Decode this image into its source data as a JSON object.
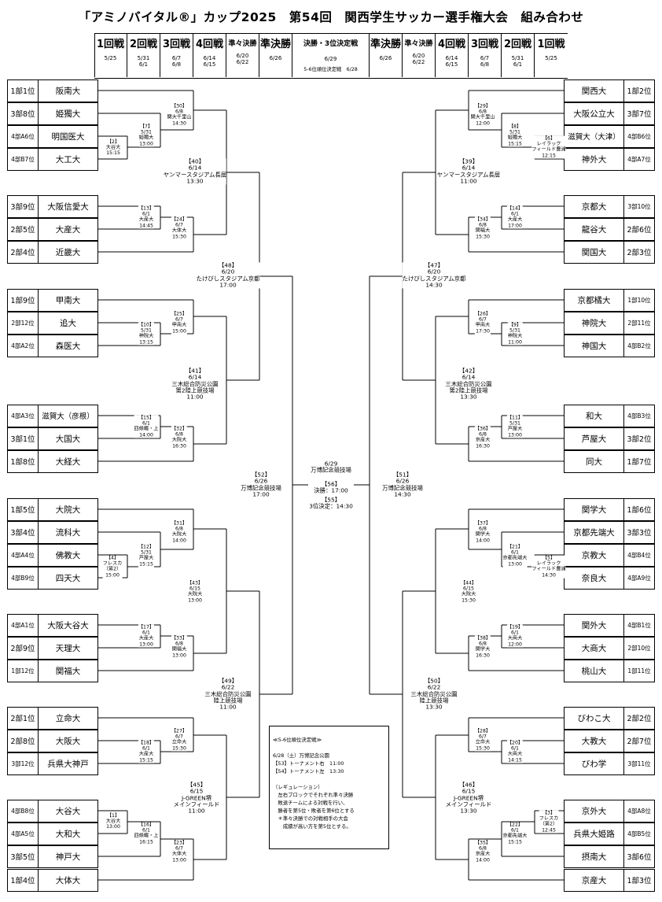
{
  "title": "「アミノバイタル®」カップ2025　第54回　関西学生サッカー選手権大会　組み合わせ",
  "header": {
    "left": [
      {
        "round": "1回戦",
        "date": "5/25"
      },
      {
        "round": "2回戦",
        "date": "5/31\n6/1"
      },
      {
        "round": "3回戦",
        "date": "6/7\n6/8"
      },
      {
        "round": "4回戦",
        "date": "6/14\n6/15"
      },
      {
        "round": "準々決勝",
        "date": "6/20\n6/22"
      },
      {
        "round": "準決勝",
        "date": "6/26"
      }
    ],
    "center": {
      "round": "決勝・3位決定戦",
      "date": "6/29",
      "sub": "5-6位順位決定戦　6/28"
    },
    "right": [
      {
        "round": "準決勝",
        "date": "6/26"
      },
      {
        "round": "準々決勝",
        "date": "6/20\n6/22"
      },
      {
        "round": "4回戦",
        "date": "6/14\n6/15"
      },
      {
        "round": "3回戦",
        "date": "6/7\n6/8"
      },
      {
        "round": "2回戦",
        "date": "5/31\n6/1"
      },
      {
        "round": "1回戦",
        "date": "5/25"
      }
    ]
  },
  "left_teams": [
    {
      "rank": "1部1位",
      "name": "阪南大"
    },
    {
      "rank": "3部8位",
      "name": "姫獨大"
    },
    {
      "rank": "4部A6位",
      "name": "明国医大"
    },
    {
      "rank": "4部B7位",
      "name": "大工大"
    },
    {
      "rank": "3部9位",
      "name": "大阪信愛大"
    },
    {
      "rank": "2部5位",
      "name": "大産大"
    },
    {
      "rank": "2部4位",
      "name": "近畿大"
    },
    {
      "rank": "1部9位",
      "name": "甲南大"
    },
    {
      "rank": "2部12位",
      "name": "追大"
    },
    {
      "rank": "4部A2位",
      "name": "森医大"
    },
    {
      "rank": "4部A3位",
      "name": "滋賀大（彦根）"
    },
    {
      "rank": "3部1位",
      "name": "大国大"
    },
    {
      "rank": "1部8位",
      "name": "大経大"
    },
    {
      "rank": "1部5位",
      "name": "大院大"
    },
    {
      "rank": "3部4位",
      "name": "流科大"
    },
    {
      "rank": "4部A4位",
      "name": "佛教大"
    },
    {
      "rank": "4部B9位",
      "name": "四天大"
    },
    {
      "rank": "4部A1位",
      "name": "大阪大谷大"
    },
    {
      "rank": "2部9位",
      "name": "天理大"
    },
    {
      "rank": "1部12位",
      "name": "関福大"
    },
    {
      "rank": "2部1位",
      "name": "立命大"
    },
    {
      "rank": "2部8位",
      "name": "大阪大"
    },
    {
      "rank": "3部12位",
      "name": "兵県大神戸"
    },
    {
      "rank": "4部B8位",
      "name": "大谷大"
    },
    {
      "rank": "4部A5位",
      "name": "大和大"
    },
    {
      "rank": "3部5位",
      "name": "神戸大"
    },
    {
      "rank": "1部4位",
      "name": "大体大"
    }
  ],
  "right_teams": [
    {
      "rank": "1部2位",
      "name": "関西大"
    },
    {
      "rank": "3部7位",
      "name": "大阪公立大"
    },
    {
      "rank": "4部B6位",
      "name": "滋賀大（大津）"
    },
    {
      "rank": "4部A7位",
      "name": "神外大"
    },
    {
      "rank": "3部10位",
      "name": "京都大"
    },
    {
      "rank": "2部6位",
      "name": "龍谷大"
    },
    {
      "rank": "2部3位",
      "name": "関国大"
    },
    {
      "rank": "1部10位",
      "name": "京都橘大"
    },
    {
      "rank": "2部11位",
      "name": "神院大"
    },
    {
      "rank": "4部B2位",
      "name": "神国大"
    },
    {
      "rank": "4部B3位",
      "name": "和大"
    },
    {
      "rank": "3部2位",
      "name": "芦屋大"
    },
    {
      "rank": "1部7位",
      "name": "同大"
    },
    {
      "rank": "1部6位",
      "name": "関学大"
    },
    {
      "rank": "3部3位",
      "name": "京都先端大"
    },
    {
      "rank": "4部B4位",
      "name": "京教大"
    },
    {
      "rank": "4部A9位",
      "name": "奈良大"
    },
    {
      "rank": "4部B1位",
      "name": "関外大"
    },
    {
      "rank": "2部10位",
      "name": "大商大"
    },
    {
      "rank": "1部11位",
      "name": "桃山大"
    },
    {
      "rank": "2部2位",
      "name": "びわこ大"
    },
    {
      "rank": "2部7位",
      "name": "大教大"
    },
    {
      "rank": "3部11位",
      "name": "びわ学"
    },
    {
      "rank": "4部A8位",
      "name": "京外大"
    },
    {
      "rank": "4部B5位",
      "name": "兵県大姫路"
    },
    {
      "rank": "3部6位",
      "name": "摂南大"
    },
    {
      "rank": "1部3位",
      "name": "京産大"
    }
  ],
  "matches": [
    {
      "text": "【2】\n大谷大\n15:15"
    },
    {
      "text": "【7】\n5/31\n姫獨大\n13:00"
    },
    {
      "text": "【30】\n6/8\n関大千里山\n14:30"
    },
    {
      "text": "【13】\n6/1\n大産大\n14:45"
    },
    {
      "text": "【24】\n6/7\n大体大\n15:30"
    },
    {
      "text": "【40】\n6/14\nヤンマースタジアム長居\n13:30"
    },
    {
      "text": "【48】\n6/20\nたけびしスタジアム京都\n17:00"
    },
    {
      "text": "【10】\n5/31\n神院大\n13:15"
    },
    {
      "text": "【25】\n6/7\n甲南大\n15:00"
    },
    {
      "text": "【15】\n6/1\n四條畷・上\n14:00"
    },
    {
      "text": "【32】\n6/8\n大院大\n16:30"
    },
    {
      "text": "【41】\n6/14\n三木総合防災公園\n第2陸上競技場\n11:00"
    },
    {
      "text": "【52】\n6/26\n万博記念競技場\n17:00"
    },
    {
      "text": "【4】\nフレスカ\n（第2）\n15:00"
    },
    {
      "text": "【12】\n5/31\n芦屋大\n15:15"
    },
    {
      "text": "【31】\n6/8\n大院大\n14:00"
    },
    {
      "text": "【17】\n6/1\n大産大\n13:00"
    },
    {
      "text": "【33】\n6/8\n関福大\n13:00"
    },
    {
      "text": "【43】\n6/15\n大院大\n13:00"
    },
    {
      "text": "【49】\n6/22\n三木総合防災公園\n陸上競技場\n11:00"
    },
    {
      "text": "【18】\n6/1\n大産大\n15:15"
    },
    {
      "text": "【27】\n6/7\n立命大\n15:30"
    },
    {
      "text": "【1】\n大谷大\n13:00"
    },
    {
      "text": "【16】\n6/1\n四條畷・上\n16:15"
    },
    {
      "text": "【23】\n6/7\n大体大\n13:00"
    },
    {
      "text": "【45】\n6/15\nJ-GREEN堺\nメインフィールド\n11:00"
    },
    {
      "text": "【6】\nレイラック\nフィールド豊浦\n12:15"
    },
    {
      "text": "【8】\n5/31\n姫獨大\n15:15"
    },
    {
      "text": "【29】\n6/8\n関大千里山\n12:00"
    },
    {
      "text": "【14】\n6/1\n大産大\n17:00"
    },
    {
      "text": "【34】\n6/8\n関福大\n15:30"
    },
    {
      "text": "【39】\n6/14\nヤンマースタジアム長居\n11:00"
    },
    {
      "text": "【47】\n6/20\nたけびしスタジアム京都\n14:30"
    },
    {
      "text": "【9】\n5/31\n神院大\n11:00"
    },
    {
      "text": "【26】\n6/7\n甲南大\n17:30"
    },
    {
      "text": "【11】\n5/31\n芦屋大\n13:00"
    },
    {
      "text": "【36】\n6/8\n京産大\n16:30"
    },
    {
      "text": "【42】\n6/14\n三木総合防災公園\n第2陸上競技場\n13:30"
    },
    {
      "text": "【51】\n6/26\n万博記念競技場\n14:30"
    },
    {
      "text": "【5】\nレイラック\nフィールド豊浦\n14:30"
    },
    {
      "text": "【21】\n6/1\n京都先端大\n13:00"
    },
    {
      "text": "【37】\n6/8\n関学大\n14:00"
    },
    {
      "text": "【19】\n6/1\n大商大\n12:00"
    },
    {
      "text": "【38】\n6/8\n関学大\n16:30"
    },
    {
      "text": "【44】\n6/15\n大院大\n15:30"
    },
    {
      "text": "【50】\n6/22\n三木総合防災公園\n陸上競技場\n13:30"
    },
    {
      "text": "【20】\n6/1\n大商大\n14:15"
    },
    {
      "text": "【28】\n6/7\n立命大\n15:30"
    },
    {
      "text": "【3】\nフレスカ\n（第2）\n12:45"
    },
    {
      "text": "【22】\n6/1\n京都先端大\n15:15"
    },
    {
      "text": "【35】\n6/8\n京産大\n14:00"
    },
    {
      "text": "【46】\n6/15\nJ-GREEN堺\nメインフィールド\n13:30"
    },
    {
      "text": "6/29\n万博記念競技場"
    },
    {
      "text": "【56】\n決勝：17:00"
    },
    {
      "text": "【55】\n3位決定：14:30"
    }
  ],
  "note": [
    "≪5-6位順位決定戦≫",
    "",
    "6/28（土）万博記念公園",
    "【53】トーナメント右　11:00",
    "【54】トーナメント左　13:30",
    "",
    "（レギュレーション）",
    "　左右ブロックでそれぞれ準々決勝",
    "　敗退チームによる対戦を行い、",
    "　勝者を第5位・敗者を第6位とする",
    "　＊準々決勝での対戦相手の大会",
    "　　成績が高い方を第5位とする。"
  ]
}
